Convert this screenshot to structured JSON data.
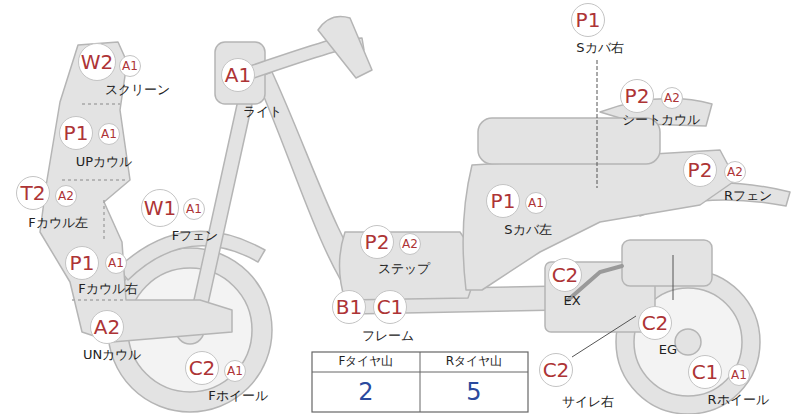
{
  "diagram": {
    "nodes": [
      {
        "text": [
          "P1"
        ]
      },
      {
        "text": [
          "W2"
        ]
      },
      {
        "text": [
          "A1"
        ]
      },
      {
        "text": [
          "A1"
        ]
      },
      {
        "text": [
          "P2"
        ]
      },
      {
        "text": [
          "A2"
        ]
      },
      {
        "text": [
          "P1"
        ]
      },
      {
        "text": [
          "A1"
        ]
      },
      {
        "text": [
          "P2"
        ]
      },
      {
        "text": [
          "A2"
        ]
      },
      {
        "text": [
          "T2"
        ]
      },
      {
        "text": [
          "A2"
        ]
      },
      {
        "text": [
          "W1"
        ]
      },
      {
        "text": [
          "A1"
        ]
      },
      {
        "text": [
          "P1"
        ]
      },
      {
        "text": [
          "A1"
        ]
      },
      {
        "text": [
          "P2"
        ]
      },
      {
        "text": [
          "A2"
        ]
      },
      {
        "text": [
          "P1"
        ]
      },
      {
        "text": [
          "A1"
        ]
      },
      {
        "text": [
          "C2"
        ]
      },
      {
        "text": [
          "B1"
        ]
      },
      {
        "text": [
          "C1"
        ]
      },
      {
        "text": [
          "C2"
        ]
      },
      {
        "text": [
          "A2"
        ]
      },
      {
        "text": [
          "C2"
        ]
      },
      {
        "text": [
          "A1"
        ]
      },
      {
        "text": [
          "C2"
        ]
      },
      {
        "text": [
          "C1"
        ]
      },
      {
        "text": [
          "A1"
        ]
      }
    ],
    "labels": [
      "Sカバ右",
      "スクリーン",
      "ライト",
      "シートカウル",
      "UPカウル",
      "Rフェン",
      "Fカウル左",
      "Fフェン",
      "Sカバ左",
      "ステップ",
      "Fカウル右",
      "EX",
      "フレーム",
      "EG",
      "UNカウル",
      "Fホイール",
      "サイレ右",
      "Rホイール",
      "Fタイヤ山",
      "Rタイヤ山",
      "2",
      "5"
    ]
  }
}
